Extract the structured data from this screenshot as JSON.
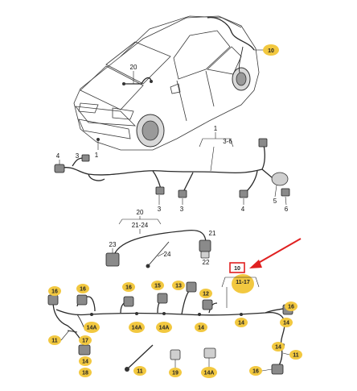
{
  "diagram": {
    "highlight_color": "#e02020",
    "bubble_color": "#f2c840",
    "callouts": {
      "c10_car": "10",
      "c20_car": "20",
      "c1_top": "1",
      "c3_6": "3-6",
      "c4_left": "4",
      "c3_left": "3",
      "c1_left": "1",
      "c3_mid": "3",
      "c3_mid2": "3",
      "c4_right": "4",
      "c5": "5",
      "c6": "6",
      "c20_mid": "20",
      "c21_24": "21-24",
      "c23": "23",
      "c24": "24",
      "c21": "21",
      "c22": "22",
      "c10_box": "10",
      "c11_17": "11-17",
      "c16_l": "16",
      "c16_m1": "16",
      "c16_m2": "16",
      "c15": "15",
      "c13": "13",
      "c12": "12",
      "c16_r": "16",
      "c14a_1": "14A",
      "c14a_2": "14A",
      "c14a_3": "14A",
      "c14_1": "14",
      "c14_2": "14",
      "c14_3": "14",
      "c14_4": "14",
      "c14_5": "14",
      "c11_l": "11",
      "c17": "17",
      "c18": "18",
      "c11_m": "11",
      "c19": "19",
      "c14a_4": "14A",
      "c16_br": "16",
      "c11_r": "11"
    }
  }
}
